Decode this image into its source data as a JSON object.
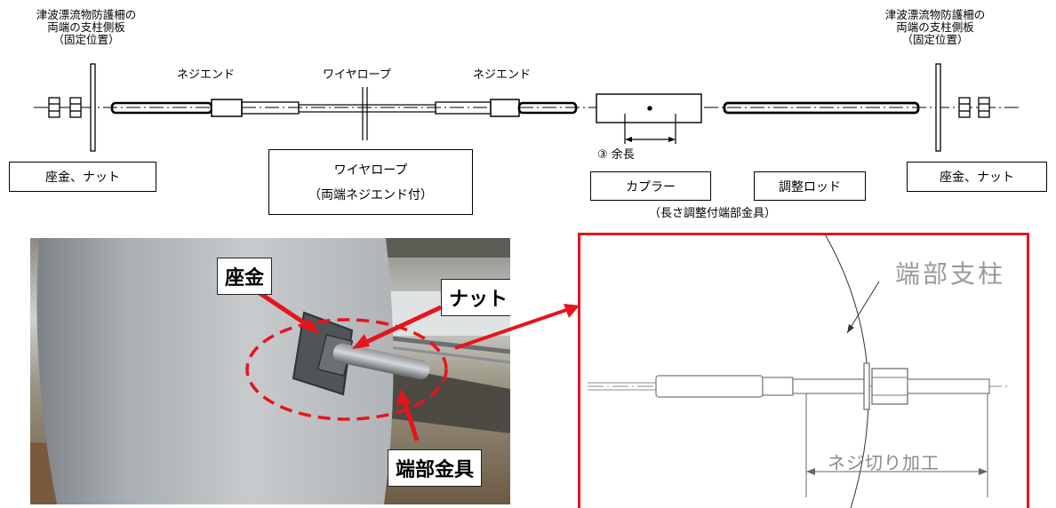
{
  "diagram": {
    "left_header": [
      "津波漂流物防護柵の",
      "両端の支柱側板",
      "（固定位置）"
    ],
    "right_header": [
      "津波漂流物防護柵の",
      "両端の支柱側板",
      "（固定位置）"
    ],
    "labels": {
      "nejiend_left": "ネジエンド",
      "wire_rope": "ワイヤロープ",
      "nejiend_right": "ネジエンド",
      "yochou": "③ 余長",
      "kanagu_note": "（長さ調整付端部金具）"
    },
    "boxes": {
      "zakin_left": "座金、ナット",
      "wire_box": [
        "ワイヤロープ",
        "（両端ネジエンド付）"
      ],
      "coupler": "カプラー",
      "adjust_rod": "調整ロッド",
      "zakin_right": "座金、ナット"
    }
  },
  "photo": {
    "callouts": {
      "zakin": "座金",
      "nut": "ナット",
      "end_fitting": "端部金具"
    }
  },
  "detail": {
    "end_post_label": "端部支柱",
    "thread_label": "ネジ切り加工",
    "accent_color": "#e8141b"
  }
}
